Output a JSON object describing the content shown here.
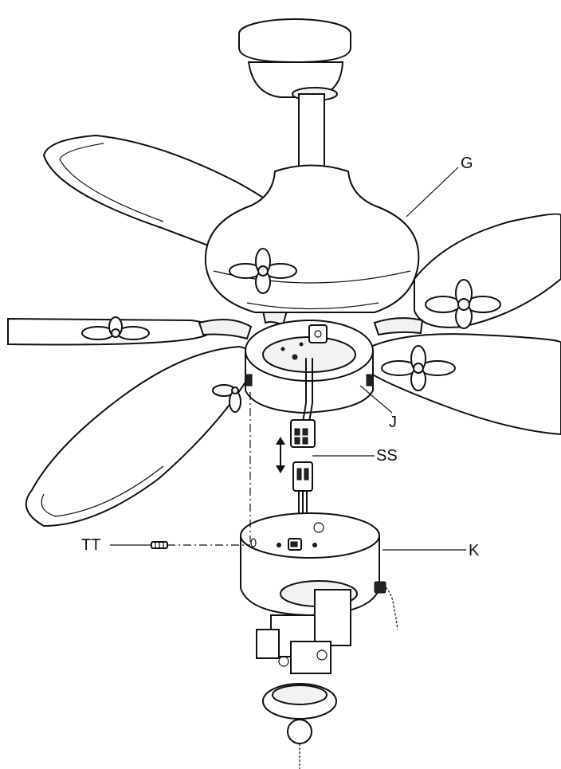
{
  "callouts": {
    "g": "G",
    "j": "J",
    "ss": "SS",
    "k": "K",
    "tt": "TT"
  }
}
